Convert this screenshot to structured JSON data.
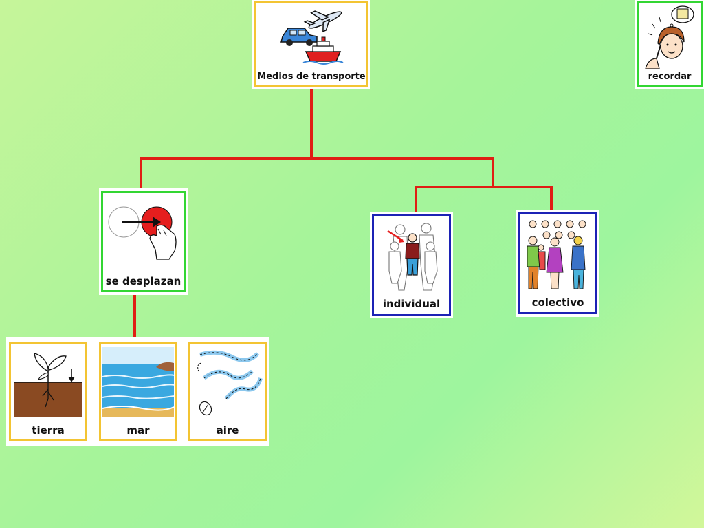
{
  "colors": {
    "connector": "#e01d14",
    "card_border_yellow": "#f3c433",
    "card_border_green": "#33d633",
    "card_border_blue": "#1c22b5"
  },
  "cards": {
    "root": {
      "label": "Medios de transporte",
      "icon": "transport-icon"
    },
    "recordar": {
      "label": "recordar",
      "icon": "remember-icon"
    },
    "se_desplazan": {
      "label": "se desplazan",
      "icon": "move-icon"
    },
    "individual": {
      "label": "individual",
      "icon": "individual-icon"
    },
    "colectivo": {
      "label": "colectivo",
      "icon": "group-icon"
    },
    "tierra": {
      "label": "tierra",
      "icon": "soil-plant-icon"
    },
    "mar": {
      "label": "mar",
      "icon": "sea-icon"
    },
    "aire": {
      "label": "aire",
      "icon": "wind-icon"
    }
  }
}
